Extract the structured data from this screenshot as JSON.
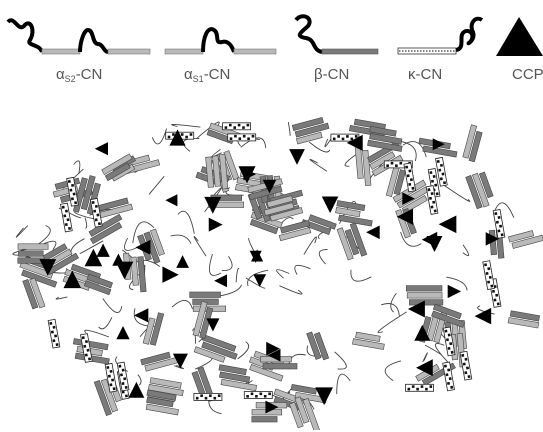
{
  "legend": {
    "items": [
      {
        "id": "as2",
        "prefix": "α",
        "sub": "S2",
        "suffix": "-CN"
      },
      {
        "id": "as1",
        "prefix": "α",
        "sub": "S1",
        "suffix": "-CN"
      },
      {
        "id": "beta",
        "prefix": "β-CN",
        "sub": "",
        "suffix": ""
      },
      {
        "id": "kappa",
        "prefix": "κ-CN",
        "sub": "",
        "suffix": ""
      },
      {
        "id": "ccp",
        "prefix": "CCP",
        "sub": "",
        "suffix": ""
      }
    ]
  },
  "colors": {
    "dark_bar": "#7a7a7a",
    "light_bar": "#b9b9b9",
    "chain": "#000000",
    "ccp": "#000000",
    "label": "#555555"
  }
}
